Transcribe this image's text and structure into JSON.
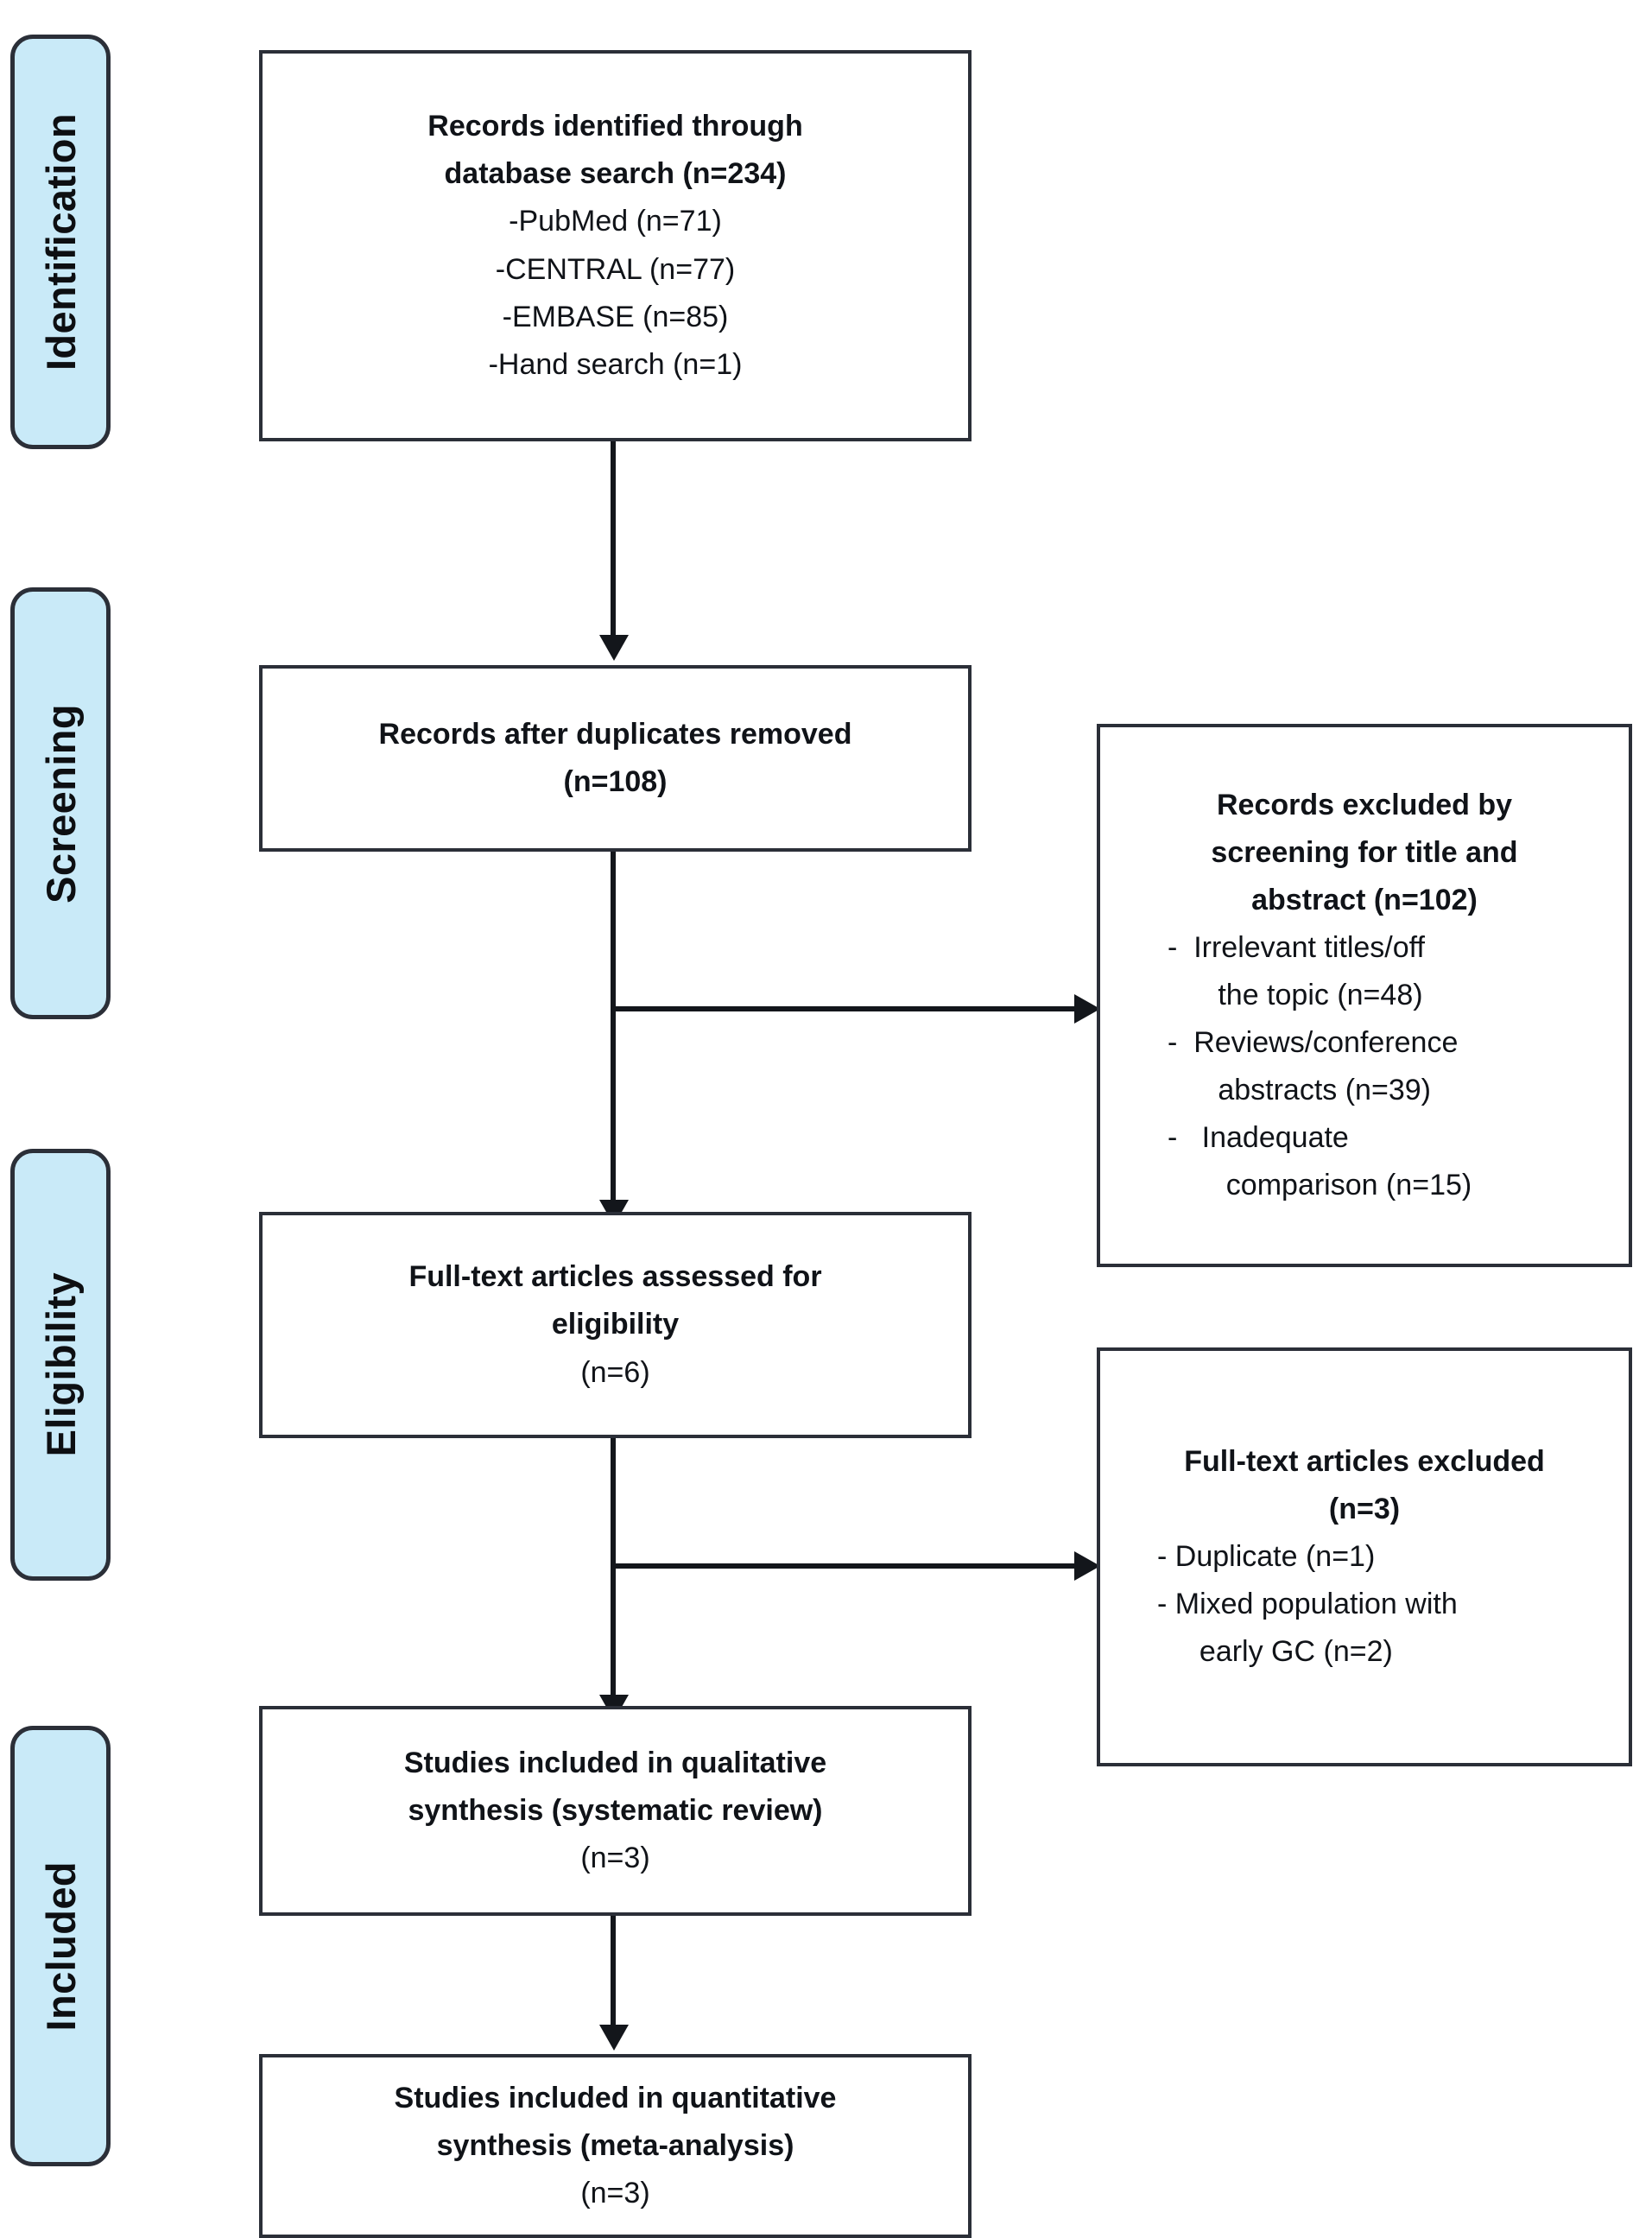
{
  "diagram": {
    "title": "PRISMA study selection flow diagram",
    "accent_color": "#c9eaf8",
    "border_color": "#2b2f38",
    "line_color": "#13161b",
    "background_color": "#ffffff"
  },
  "stages": [
    {
      "label": "Identification"
    },
    {
      "label": "Screening"
    },
    {
      "label": "Eligibility"
    },
    {
      "label": "Included"
    }
  ],
  "boxes": {
    "identified": {
      "name": "records-identified",
      "lines": [
        {
          "text": "Records identified through",
          "bold": true
        },
        {
          "text": "database search (n=234)",
          "bold": true
        },
        {
          "text": "-PubMed (n=71)",
          "bold": false
        },
        {
          "text": "-CENTRAL (n=77)",
          "bold": false
        },
        {
          "text": "-EMBASE (n=85)",
          "bold": false
        },
        {
          "text": "-Hand search (n=1)",
          "bold": false
        }
      ]
    },
    "after_duplicates": {
      "name": "records-after-duplicates-removed",
      "lines": [
        {
          "text": "Records after duplicates removed",
          "bold": true
        },
        {
          "text": "(n=108)",
          "bold": true
        }
      ]
    },
    "excluded_screening": {
      "name": "records-excluded-by-screening",
      "heading": [
        {
          "text": "Records excluded by",
          "bold": true
        },
        {
          "text": "screening for title and",
          "bold": true
        },
        {
          "text": "abstract (n=102)",
          "bold": true
        }
      ],
      "bullets": [
        "-  Irrelevant titles/off\n   the topic (n=48)",
        "-  Reviews/conference\n   abstracts (n=39)",
        "-   Inadequate\n    comparison (n=15)"
      ]
    },
    "fulltext_assessed": {
      "name": "full-text-articles-assessed",
      "lines": [
        {
          "text": "Full-text articles assessed for",
          "bold": true
        },
        {
          "text": "eligibility",
          "bold": true
        },
        {
          "text": "(n=6)",
          "bold": false
        }
      ]
    },
    "fulltext_excluded": {
      "name": "full-text-articles-excluded",
      "heading": [
        {
          "text": "Full-text articles excluded",
          "bold": true
        },
        {
          "text": "(n=3)",
          "bold": true
        }
      ],
      "bullets": [
        "- Duplicate (n=1)",
        "- Mixed population with\n  early GC (n=2)"
      ]
    },
    "qualitative": {
      "name": "studies-included-qualitative",
      "lines": [
        {
          "text": "Studies included in qualitative",
          "bold": true
        },
        {
          "text": "synthesis (systematic review)",
          "bold": true
        },
        {
          "text": "(n=3)",
          "bold": false
        }
      ]
    },
    "quantitative": {
      "name": "studies-included-quantitative",
      "lines": [
        {
          "text": "Studies included in quantitative",
          "bold": true
        },
        {
          "text": "synthesis (meta-analysis)",
          "bold": true
        },
        {
          "text": "(n=3)",
          "bold": false
        }
      ]
    }
  }
}
